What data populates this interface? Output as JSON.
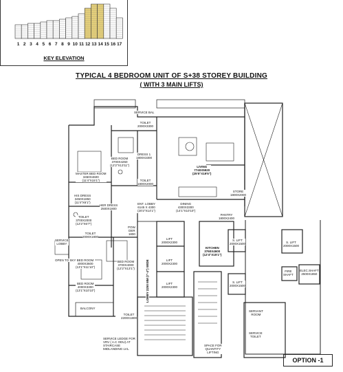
{
  "key_elevation": {
    "title": "KEY ELEVATION",
    "numbers": [
      "1",
      "2",
      "3",
      "4",
      "5",
      "6",
      "7",
      "8",
      "9",
      "10",
      "11",
      "12",
      "13",
      "14",
      "15",
      "16",
      "17"
    ],
    "highlight_columns": [
      12,
      13,
      14
    ],
    "highlight_color": "#e8d27a"
  },
  "title": "TYPICAL 4 BEDROOM UNIT OF S+38  STOREY BUILDING",
  "subtitle": "( WITH 3 MAIN LIFTS)",
  "option_label": "OPTION -1",
  "rooms": {
    "service_bal": "SERVICE BAL",
    "toilet_top": "TOILET\n2000X3300",
    "dress1": "DRESS 1\n1800X3300",
    "bed_room": "BED ROOM\n3700X4250\n(12'2\"X13'11\")",
    "toilet_small": "TOILET\n1800X2000",
    "living": "LIVING\n7740X5920\n(25'5\"X19'5\")",
    "store": "STORE\n1800X2000",
    "master_bed": "MASTER BED ROOM\n3450X4600\n(11'4\"X15'1\")",
    "his_dress": "HIS DRESS\n3450X1850\n(11'4\"X6'1\")",
    "her_dress": "HER DRESS\n2500X1800",
    "toilet_master": "TOILET\n3700X2000\n(12'2\"X6'7\")",
    "entry_lobby": "ENT. LOBBY\n6145 X 4300\n(20'2\"X14'1\")",
    "dining": "DINING\n4300X3300\n(14'1\"X10'10\")",
    "pantry": "PANTRY\n1800X2400",
    "toilet_mid": "TOILET\n2000X1800",
    "powder": "POW.\nDER\n1800",
    "bed_room_3": "BED ROOM\n3700X4000\n(12'2\"X13'1\")",
    "bed_room_4": "BED ROOM\n4000X3600\n(13'1\"X11'10\")",
    "lift1": "LIFT\n2000X2300",
    "lift2": "LIFT\n2000X2300",
    "lift3": "LIFT\n2000X2300",
    "lobby": "LOBBY 2250 MM (7'-4\") WIDE",
    "kitchen": "KITCHEN\n3760X4600\n(12'4\"X15'1\")",
    "s_lift_top": "S. LIFT\n2000X1500",
    "s_lift_right": "S. LIFT\n2000X1500",
    "s_lift_mid": "S. LIFT\n2000X1500",
    "fire_shaft": "FIRE\nSHAFT",
    "elec_shaft": "ELEC.SHAFT\n2500X1850",
    "service_lobby": "SERVICE\nLOBBY",
    "open_to_sky": "OPEN TO SKY",
    "bed_room_2": "BED ROOM\n4000X3300\n(13'1\"X10'10\")",
    "balcony": "BALCONY",
    "toilet_bottom": "TOILET\n2200X1800",
    "staircase_note": "SERVICE LEDGE FOR\nVRV ( A.C ODU)  AT\nSTAIRCASE\nMIDLANDING LVL.",
    "space_quantity": "SPACE FOR\nQUANTITY\nLIFTING",
    "service_toilet": "SERVICE\nTOILET",
    "service_room": "SERVANT\nROOM"
  }
}
